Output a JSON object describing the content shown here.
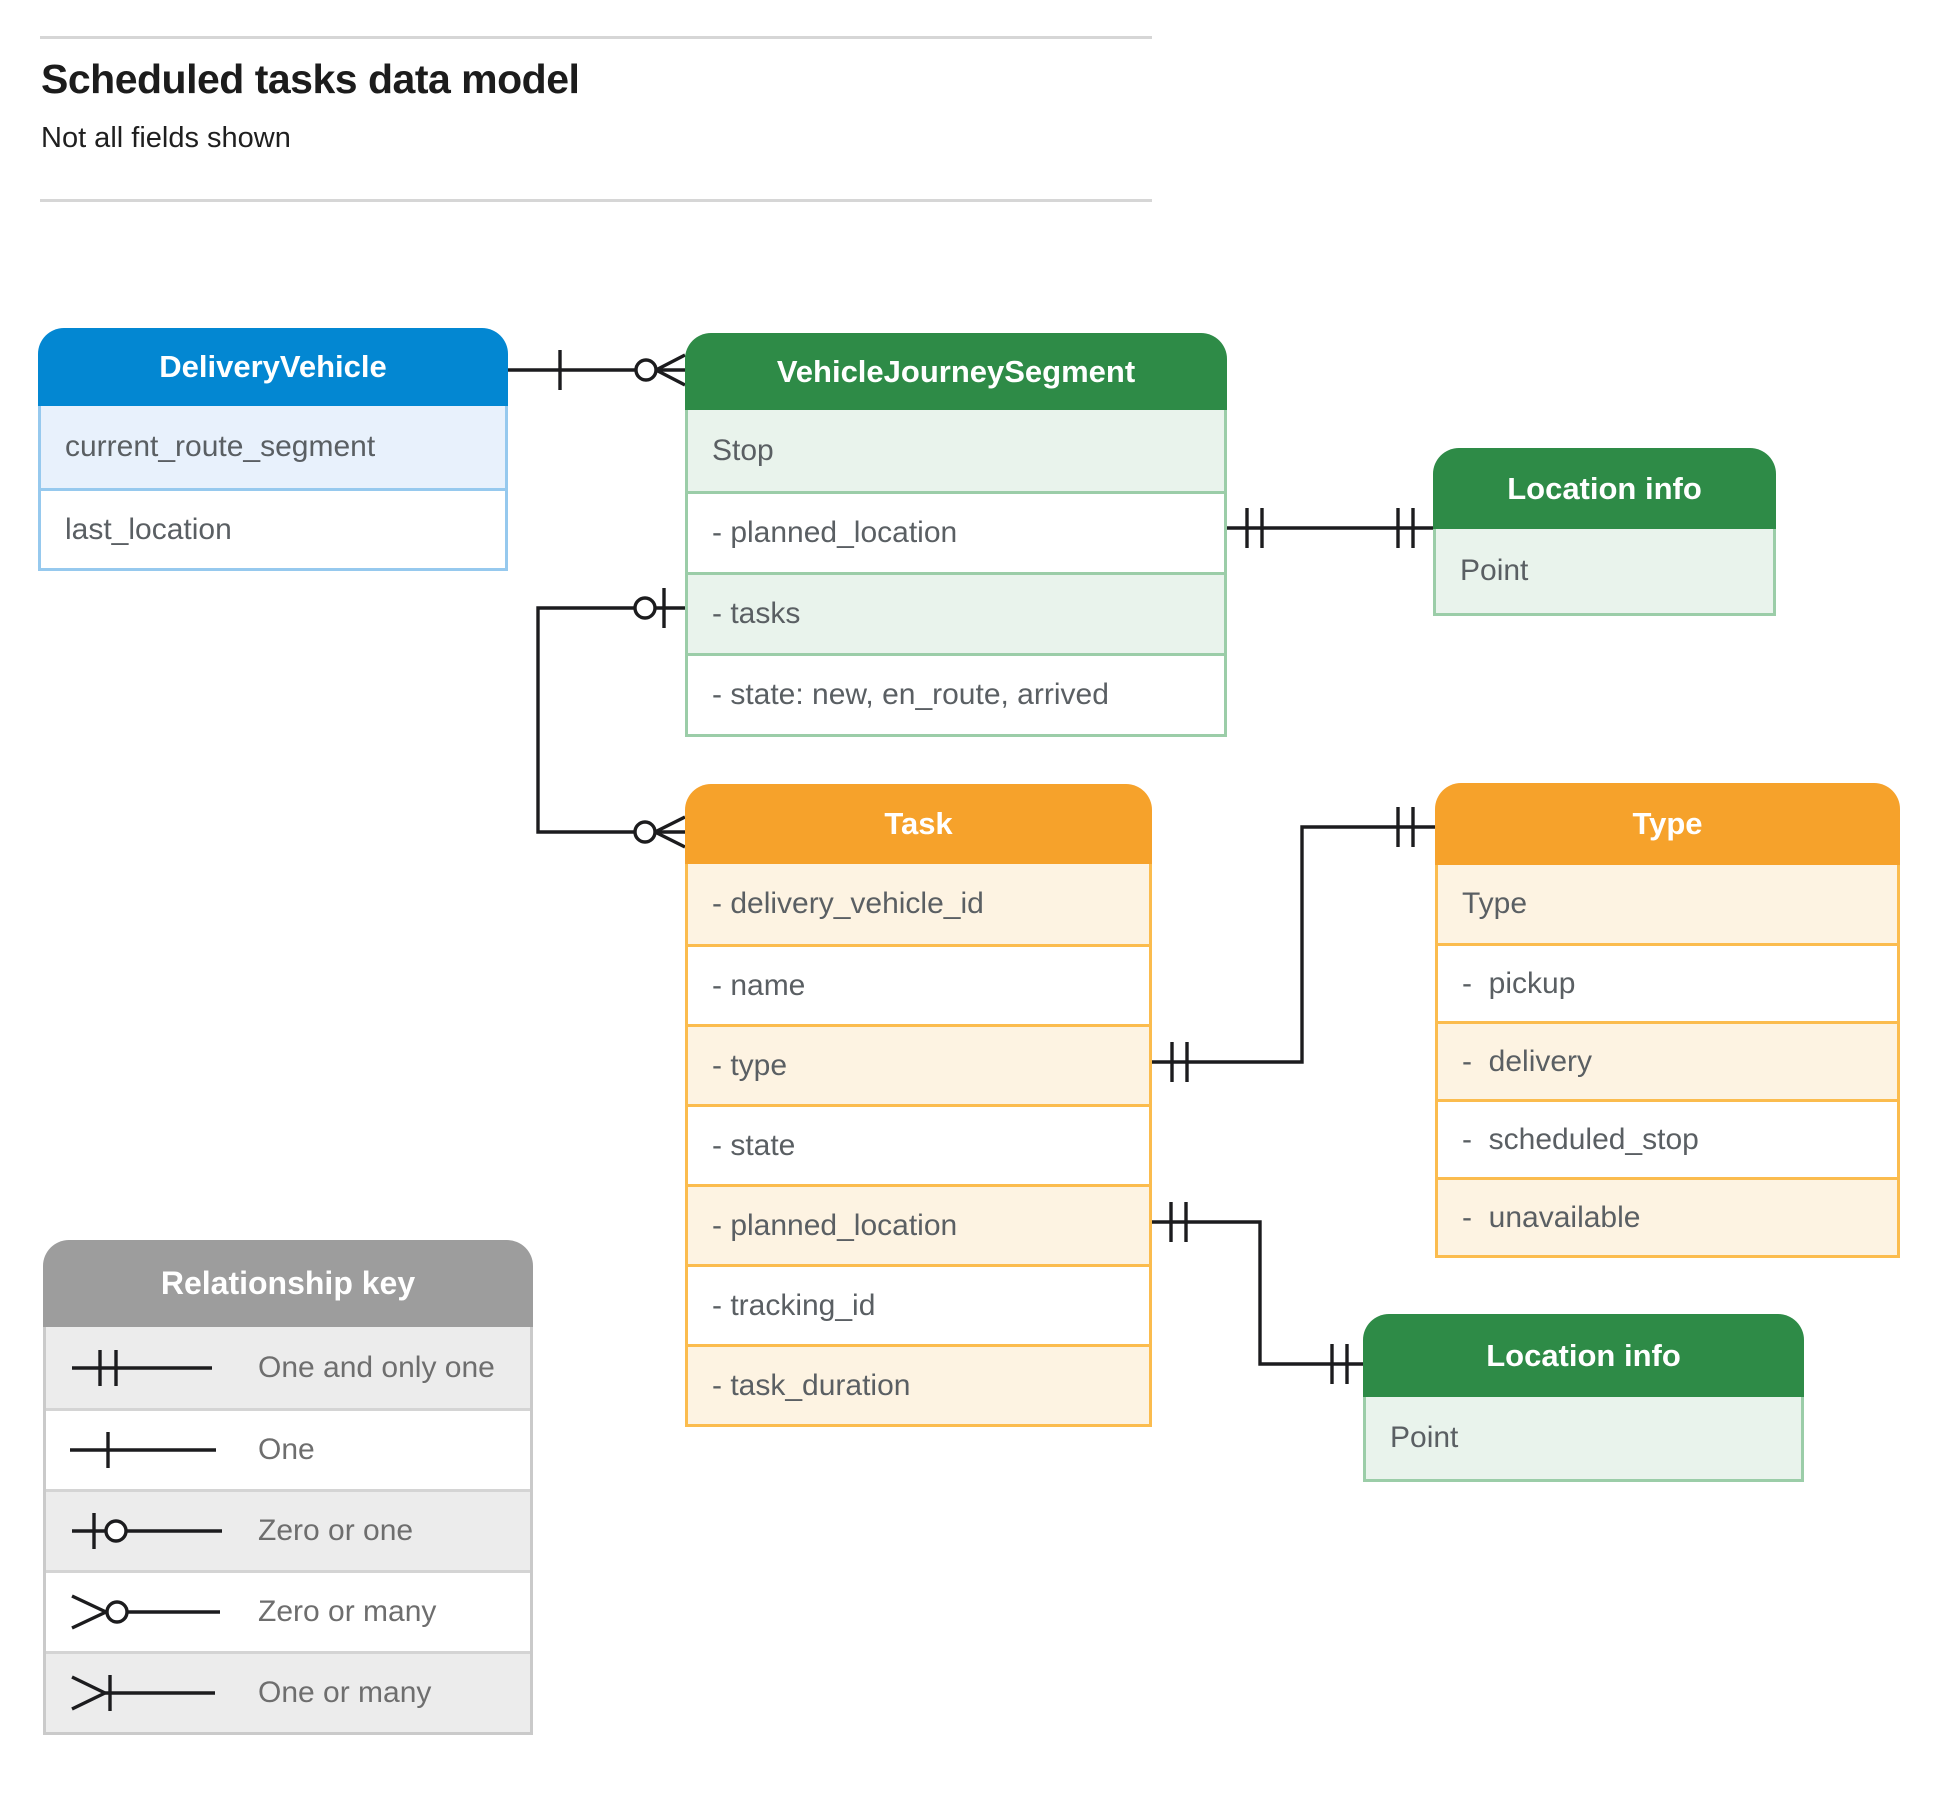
{
  "page": {
    "title": "Scheduled tasks data model",
    "subtitle": "Not all fields shown"
  },
  "entities": {
    "delivery_vehicle": {
      "title": "DeliveryVehicle",
      "fields": [
        "current_route_segment",
        "last_location"
      ]
    },
    "vehicle_journey_segment": {
      "title": "VehicleJourneySegment",
      "fields": [
        "Stop",
        "- planned_location",
        "- tasks",
        "- state: new, en_route, arrived"
      ]
    },
    "location_info_top": {
      "title": "Location info",
      "fields": [
        "Point"
      ]
    },
    "task": {
      "title": "Task",
      "fields": [
        "- delivery_vehicle_id",
        "- name",
        "- type",
        "- state",
        "- planned_location",
        "- tracking_id",
        "- task_duration"
      ]
    },
    "type": {
      "title": "Type",
      "fields": [
        "Type",
        "-  pickup",
        "-  delivery",
        "-  scheduled_stop",
        "-  unavailable"
      ]
    },
    "location_info_bottom": {
      "title": "Location info",
      "fields": [
        "Point"
      ]
    }
  },
  "key": {
    "title": "Relationship key",
    "items": [
      {
        "symbol": "one-and-only-one",
        "label": "One and only one"
      },
      {
        "symbol": "one",
        "label": "One"
      },
      {
        "symbol": "zero-or-one",
        "label": "Zero or one"
      },
      {
        "symbol": "zero-or-many",
        "label": "Zero or many"
      },
      {
        "symbol": "one-or-many",
        "label": "One or many"
      }
    ]
  },
  "relationships": [
    {
      "from": "DeliveryVehicle",
      "to": "VehicleJourneySegment",
      "from_cardinality": "one",
      "to_cardinality": "zero-or-many"
    },
    {
      "from": "VehicleJourneySegment.planned_location",
      "to": "Location info (top)",
      "from_cardinality": "one-and-only-one",
      "to_cardinality": "one-and-only-one"
    },
    {
      "from": "VehicleJourneySegment.tasks",
      "to": "Task",
      "from_cardinality": "zero-or-one",
      "to_cardinality": "zero-or-many"
    },
    {
      "from": "Task.type",
      "to": "Type",
      "from_cardinality": "one-and-only-one",
      "to_cardinality": "one-and-only-one"
    },
    {
      "from": "Task.planned_location",
      "to": "Location info (bottom)",
      "from_cardinality": "one-and-only-one",
      "to_cardinality": "one-and-only-one"
    }
  ],
  "colors": {
    "blue_header": "#0387D2",
    "blue_light_row": "#E8F1FC",
    "green_header": "#2E8B47",
    "green_light_row": "#E9F3EC",
    "orange_header": "#F6A22B",
    "orange_light_row": "#FDF3E2",
    "key_header_gray": "#9D9D9D",
    "key_light_row": "#ECECEC",
    "connector_black": "#1C1C1E",
    "rule_gray": "#D6D6D6"
  }
}
